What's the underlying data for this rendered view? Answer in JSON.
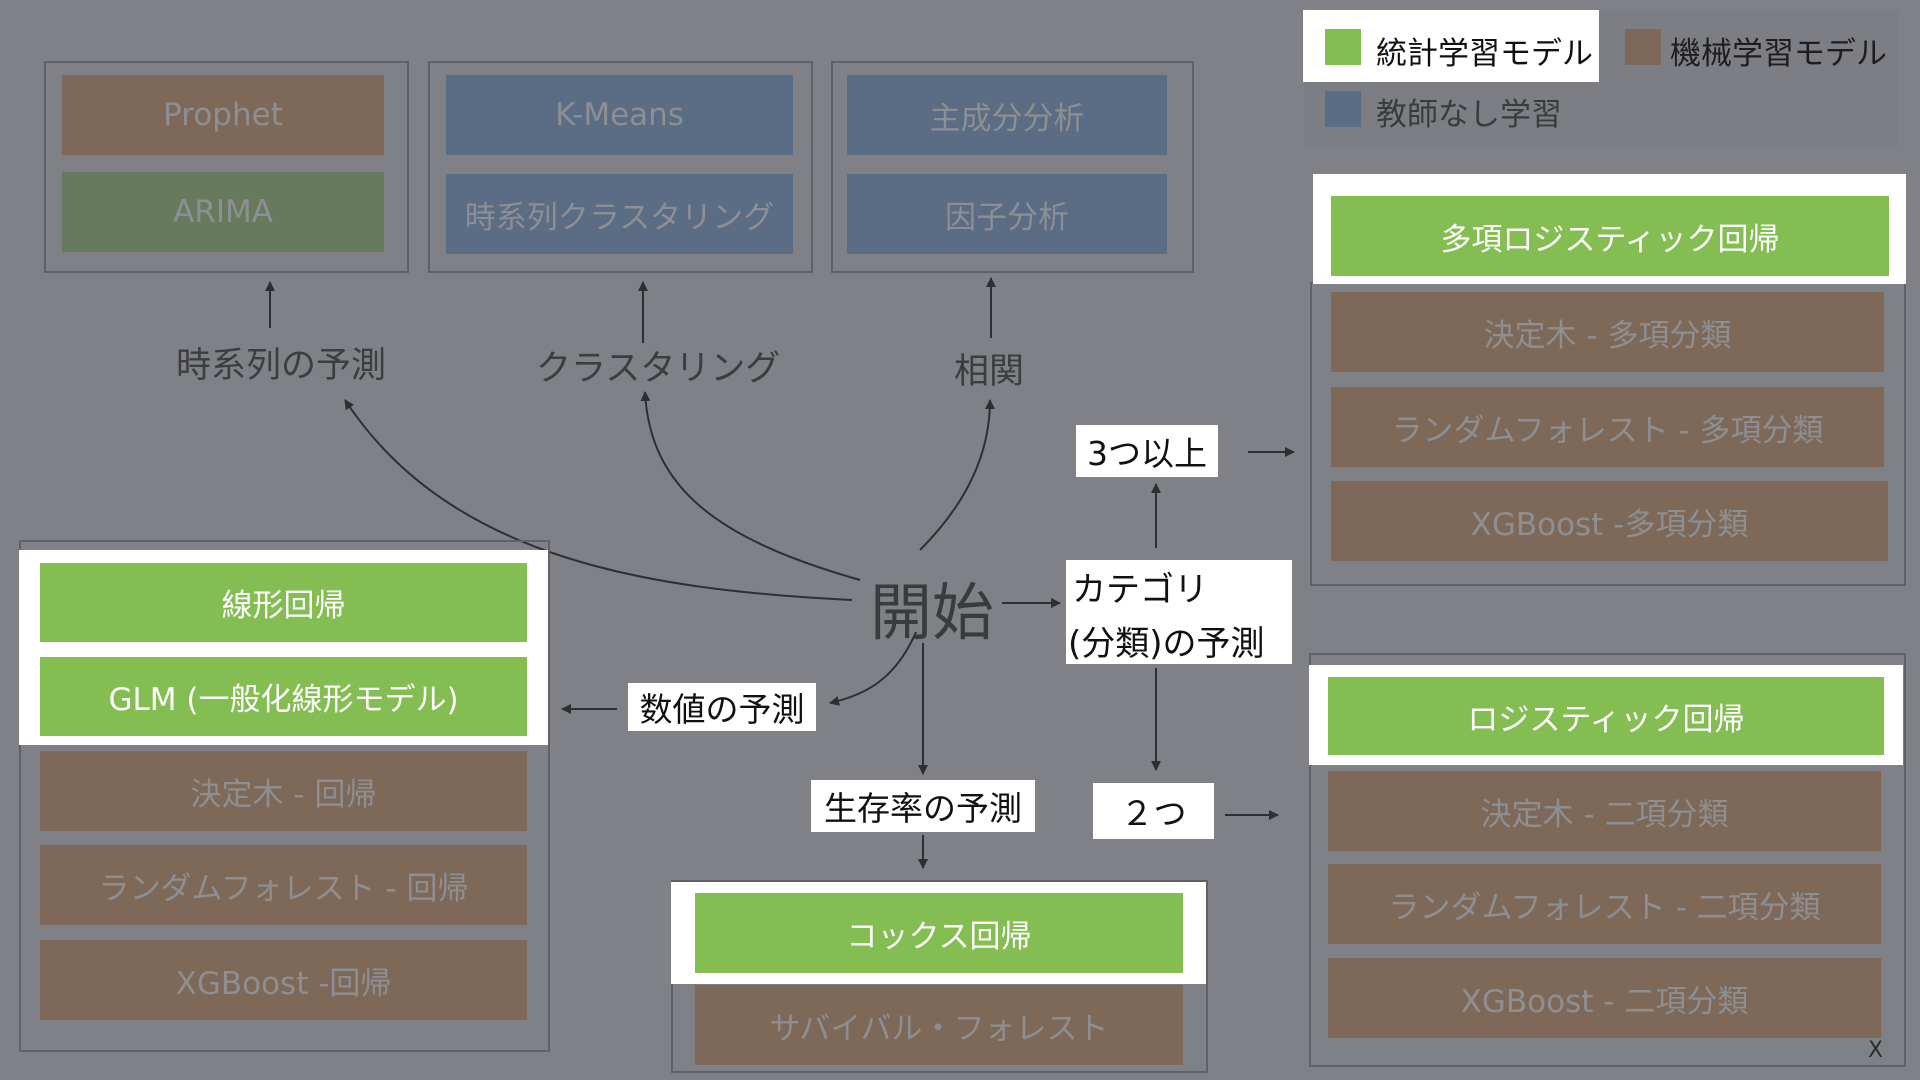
{
  "legend": {
    "statistical": "統計学習モデル",
    "machine_learning": "機械学習モデル",
    "unsupervised": "教師なし学習",
    "colors": {
      "statistical": "#84bd51",
      "machine_learning": "#7e6958",
      "unsupervised": "#5b6c85"
    }
  },
  "center": {
    "label": "開始"
  },
  "branches": {
    "timeseries": {
      "label": "時系列の予測",
      "items": [
        "Prophet",
        "ARIMA"
      ]
    },
    "clustering": {
      "label": "クラスタリング",
      "items": [
        "K-Means",
        "時系列クラスタリング"
      ]
    },
    "correlation": {
      "label": "相関",
      "items": [
        "主成分分析",
        "因子分析"
      ]
    },
    "numeric": {
      "label": "数値の予測",
      "items": [
        "線形回帰",
        "GLM (一般化線形モデル)",
        "決定木 - 回帰",
        "ランダムフォレスト - 回帰",
        "XGBoost -回帰"
      ]
    },
    "survival": {
      "label": "生存率の予測",
      "items": [
        "コックス回帰",
        "サバイバル・フォレスト"
      ]
    },
    "category": {
      "label_line1": "カテゴリ",
      "label_line2": "(分類)の予測",
      "three_or_more": {
        "label": "3つ以上",
        "items": [
          "多項ロジスティック回帰",
          "決定木 - 多項分類",
          "ランダムフォレスト - 多項分類",
          "XGBoost -多項分類"
        ]
      },
      "two": {
        "label": "２つ",
        "items": [
          "ロジスティック回帰",
          "決定木 - 二項分類",
          "ランダムフォレスト - 二項分類",
          "XGBoost - 二項分類"
        ]
      }
    }
  },
  "close_mark": "X"
}
